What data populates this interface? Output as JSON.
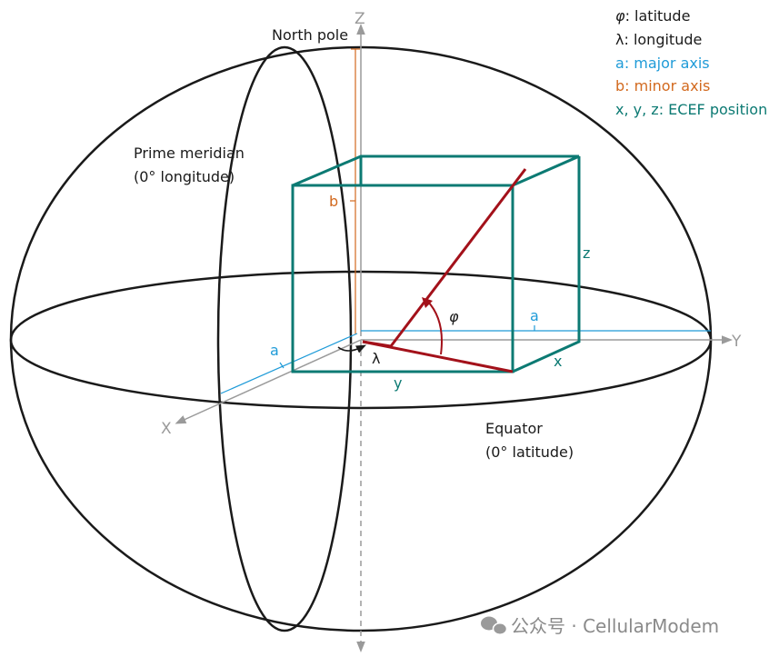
{
  "labels": {
    "north_pole": "North pole",
    "prime_meridian_line1": "Prime meridian",
    "prime_meridian_line2": "(0° longitude)",
    "equator_line1": "Equator",
    "equator_line2": "(0° latitude)",
    "axis_z": "Z",
    "axis_y": "Y",
    "axis_x": "X",
    "minor_b": "b",
    "major_a_x": "a",
    "major_a_y": "a",
    "ecef_x": "x",
    "ecef_y": "y",
    "ecef_z": "z",
    "lambda": "λ",
    "phi": "φ"
  },
  "legend": [
    {
      "symbol": "φ",
      "text": ": latitude"
    },
    {
      "symbol": "λ",
      "text": ":  longitude"
    },
    {
      "symbol": "a",
      "text": ":  major axis"
    },
    {
      "symbol": "b",
      "text": ":  minor axis"
    },
    {
      "symbol": "x, y, z",
      "text": ":  ECEF position"
    }
  ],
  "watermark": "公众号 · CellularModem",
  "colors": {
    "black": "#1a1a1a",
    "teal": "#0c7a73",
    "blue": "#1f9bd8",
    "orange": "#d2691e",
    "red": "#a3111a",
    "gray": "#9a9a9a"
  }
}
